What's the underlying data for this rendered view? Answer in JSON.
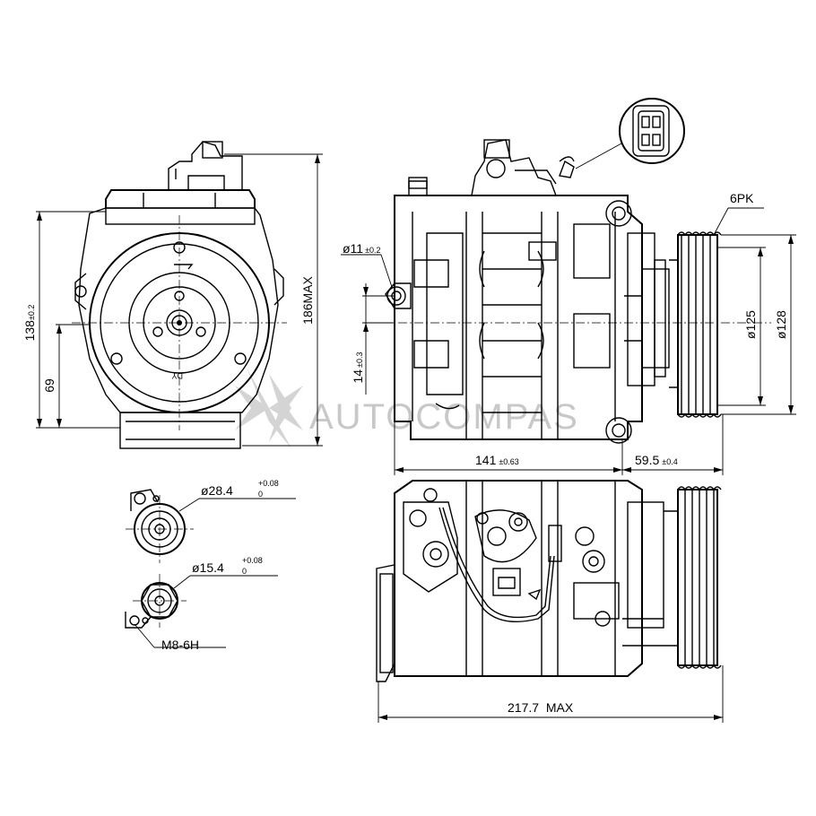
{
  "dimensions": {
    "height_138": "138",
    "height_138_tol": "±0.2",
    "height_69": "69",
    "height_186": "186MAX",
    "hole_11": "ø11",
    "hole_11_tol": "±0.2",
    "offset_14": "14",
    "offset_14_tol": "±0.3",
    "length_141": "141",
    "length_141_tol": "±0.63",
    "length_59_5": "59.5",
    "length_59_5_tol": "±0.4",
    "pulley_grooves": "6PK",
    "pulley_125": "ø125",
    "pulley_128": "ø128",
    "port_28_4": "ø28.4",
    "port_28_4_tol_upper": "+0.08",
    "port_28_4_tol_lower": "0",
    "port_15_4": "ø15.4",
    "port_15_4_tol_upper": "+0.08",
    "port_15_4_tol_lower": "0",
    "thread": "M8-6H",
    "overall_length": "217.7  MAX"
  },
  "watermark": "AUTOCOMPAS",
  "colors": {
    "line": "#000000",
    "watermark": "#c8c8c8"
  }
}
